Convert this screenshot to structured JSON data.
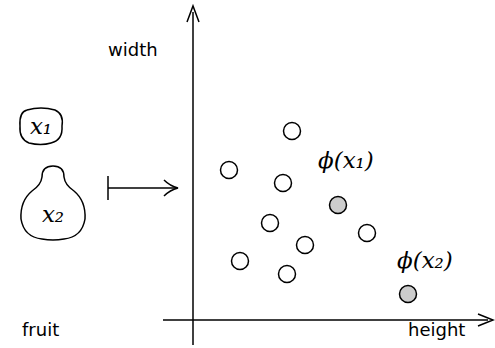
{
  "diagram": {
    "nodes": [
      {
        "text": [
          "x₁"
        ]
      },
      {
        "text": [
          "x₂"
        ]
      }
    ],
    "labels": [
      "fruit",
      "width",
      "height",
      "ϕ(x₁)",
      "ϕ(x₂)"
    ]
  }
}
